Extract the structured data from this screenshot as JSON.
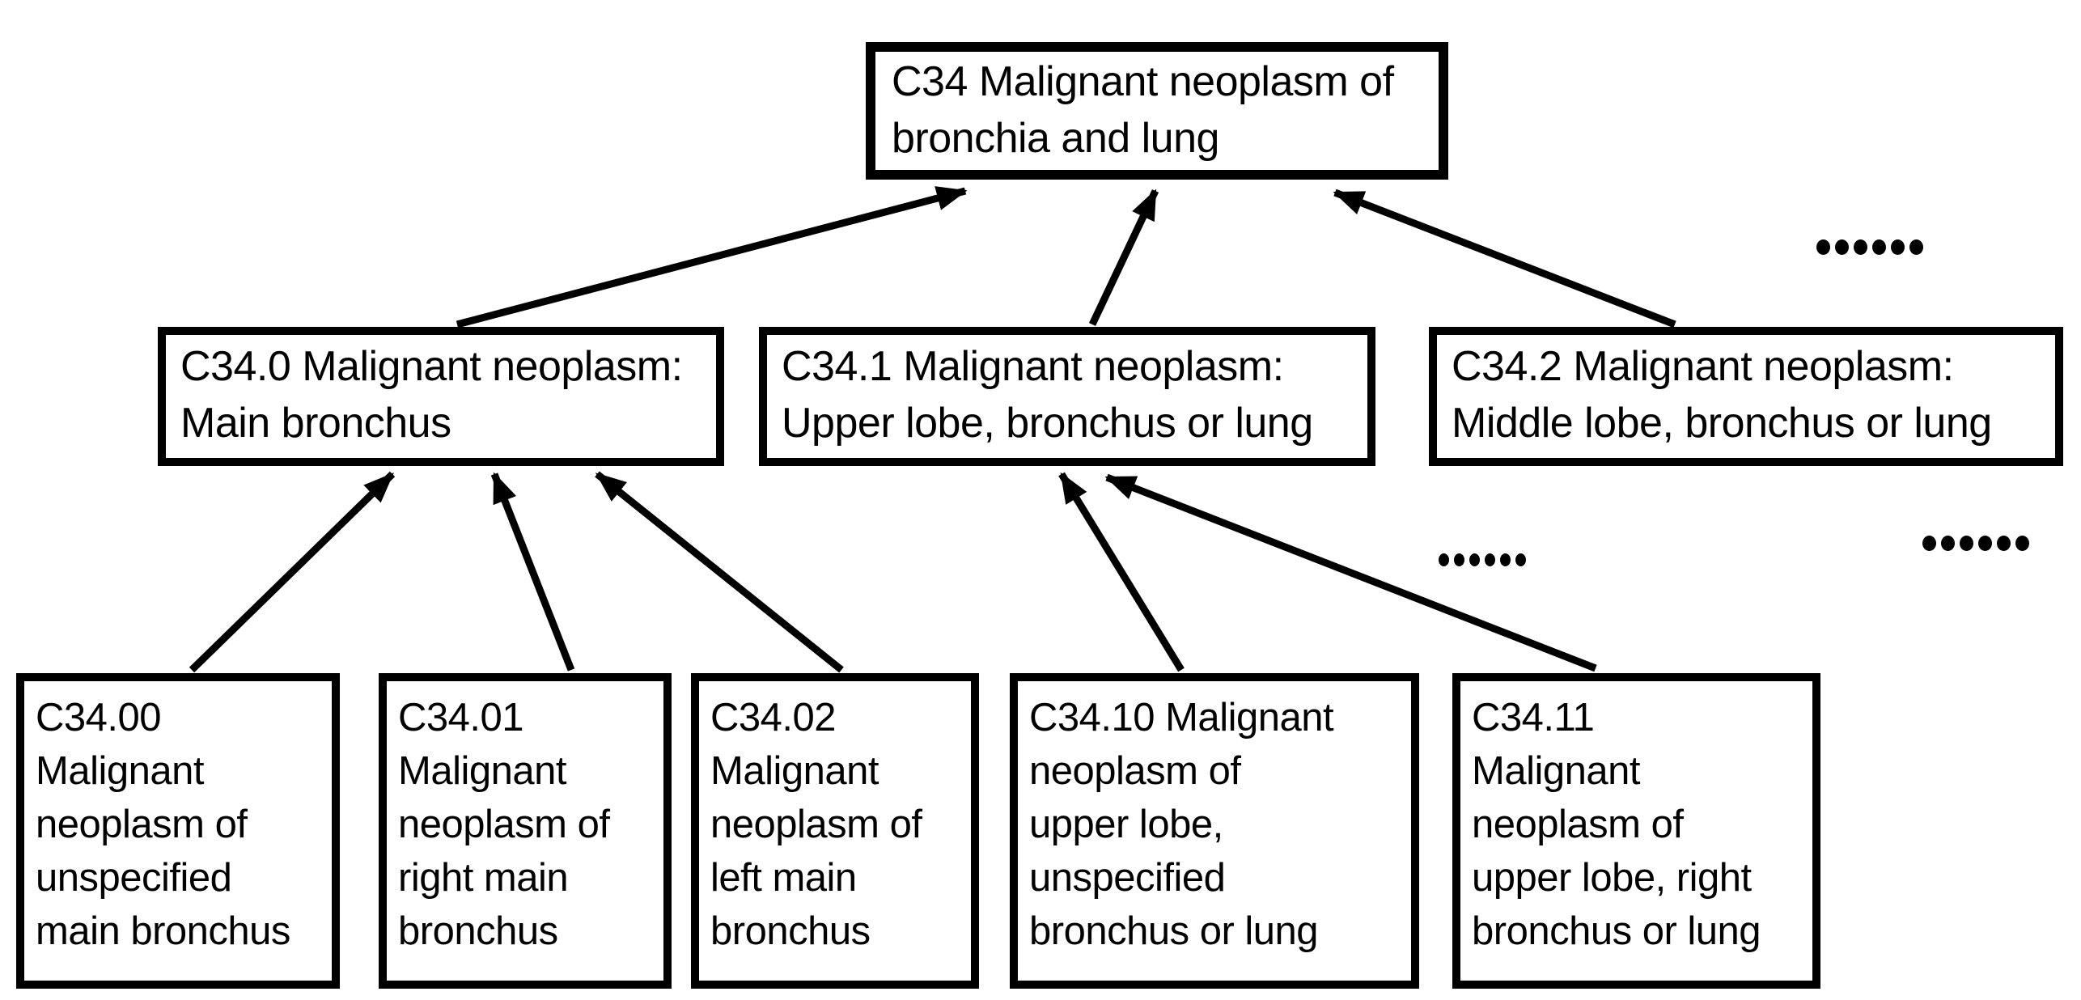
{
  "colors": {
    "ink": "#000000",
    "background": "#ffffff"
  },
  "diagram": {
    "type": "hierarchy",
    "nodes": [
      {
        "id": "C34",
        "level": 1,
        "text": "C34 Malignant neoplasm of\nbronchia and lung"
      },
      {
        "id": "C34.0",
        "level": 2,
        "text": "C34.0 Malignant neoplasm:\nMain bronchus"
      },
      {
        "id": "C34.1",
        "level": 2,
        "text": "C34.1 Malignant neoplasm:\nUpper lobe, bronchus or lung"
      },
      {
        "id": "C34.2",
        "level": 2,
        "text": "C34.2 Malignant neoplasm:\nMiddle lobe, bronchus or lung"
      },
      {
        "id": "C34.00",
        "level": 3,
        "text": "C34.00\nMalignant\nneoplasm of\nunspecified\nmain bronchus"
      },
      {
        "id": "C34.01",
        "level": 3,
        "text": "C34.01\nMalignant\nneoplasm of\nright main\nbronchus"
      },
      {
        "id": "C34.02",
        "level": 3,
        "text": "C34.02\nMalignant\nneoplasm of\nleft main\nbronchus"
      },
      {
        "id": "C34.10",
        "level": 3,
        "text": "C34.10 Malignant\nneoplasm of\nupper lobe,\nunspecified\nbronchus or lung"
      },
      {
        "id": "C34.11",
        "level": 3,
        "text": "C34.11\nMalignant\nneoplasm of\nupper lobe, right\nbronchus or lung"
      }
    ],
    "edges": [
      {
        "from": "C34.0",
        "to": "C34"
      },
      {
        "from": "C34.1",
        "to": "C34"
      },
      {
        "from": "C34.2",
        "to": "C34"
      },
      {
        "from": "C34.00",
        "to": "C34.0"
      },
      {
        "from": "C34.01",
        "to": "C34.0"
      },
      {
        "from": "C34.02",
        "to": "C34.0"
      },
      {
        "from": "C34.10",
        "to": "C34.1"
      },
      {
        "from": "C34.11",
        "to": "C34.1"
      }
    ],
    "ellipses": [
      {
        "id": "more-level2-siblings",
        "text": "......"
      },
      {
        "id": "more-c34-1-children",
        "text": "......"
      },
      {
        "id": "more-level3-right",
        "text": "......"
      }
    ]
  }
}
